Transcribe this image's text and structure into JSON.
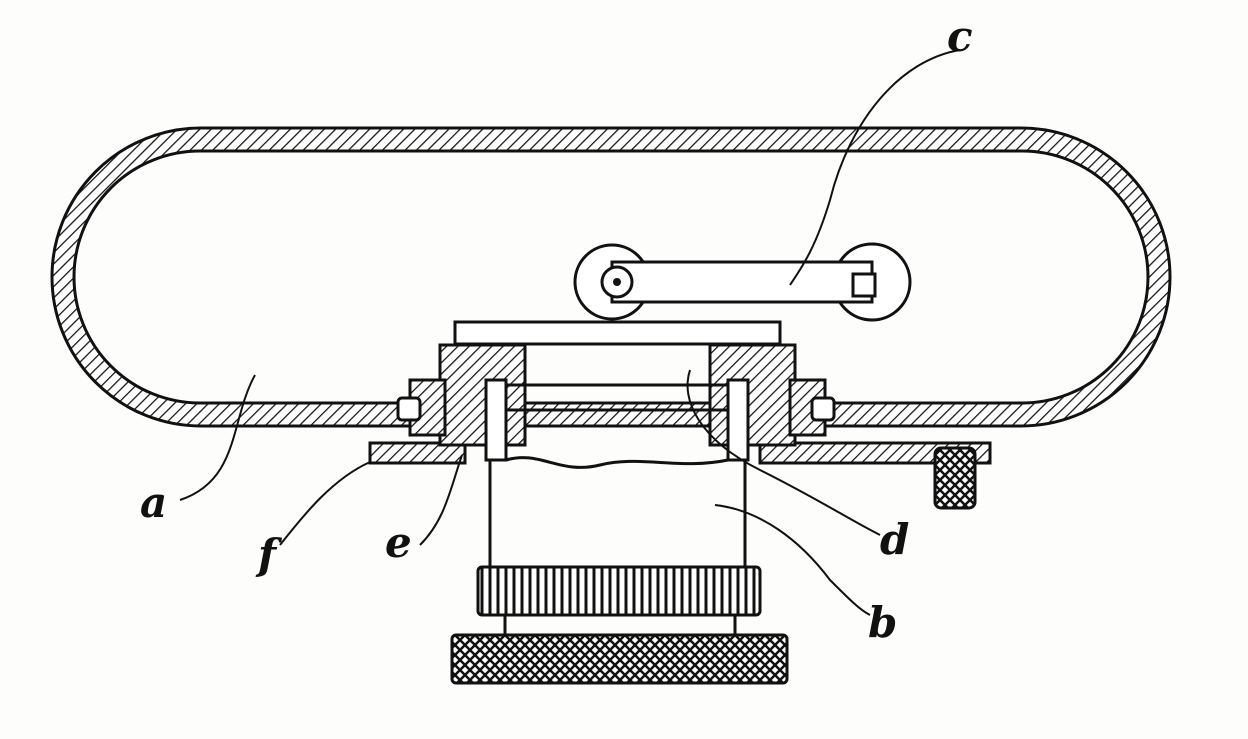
{
  "figure": {
    "type": "patent-drawing",
    "labels": {
      "a": "a",
      "b": "b",
      "c": "c",
      "d": "d",
      "e": "e",
      "f": "f"
    },
    "colors": {
      "ink": "#111111",
      "paper": "#fdfdfb"
    }
  }
}
